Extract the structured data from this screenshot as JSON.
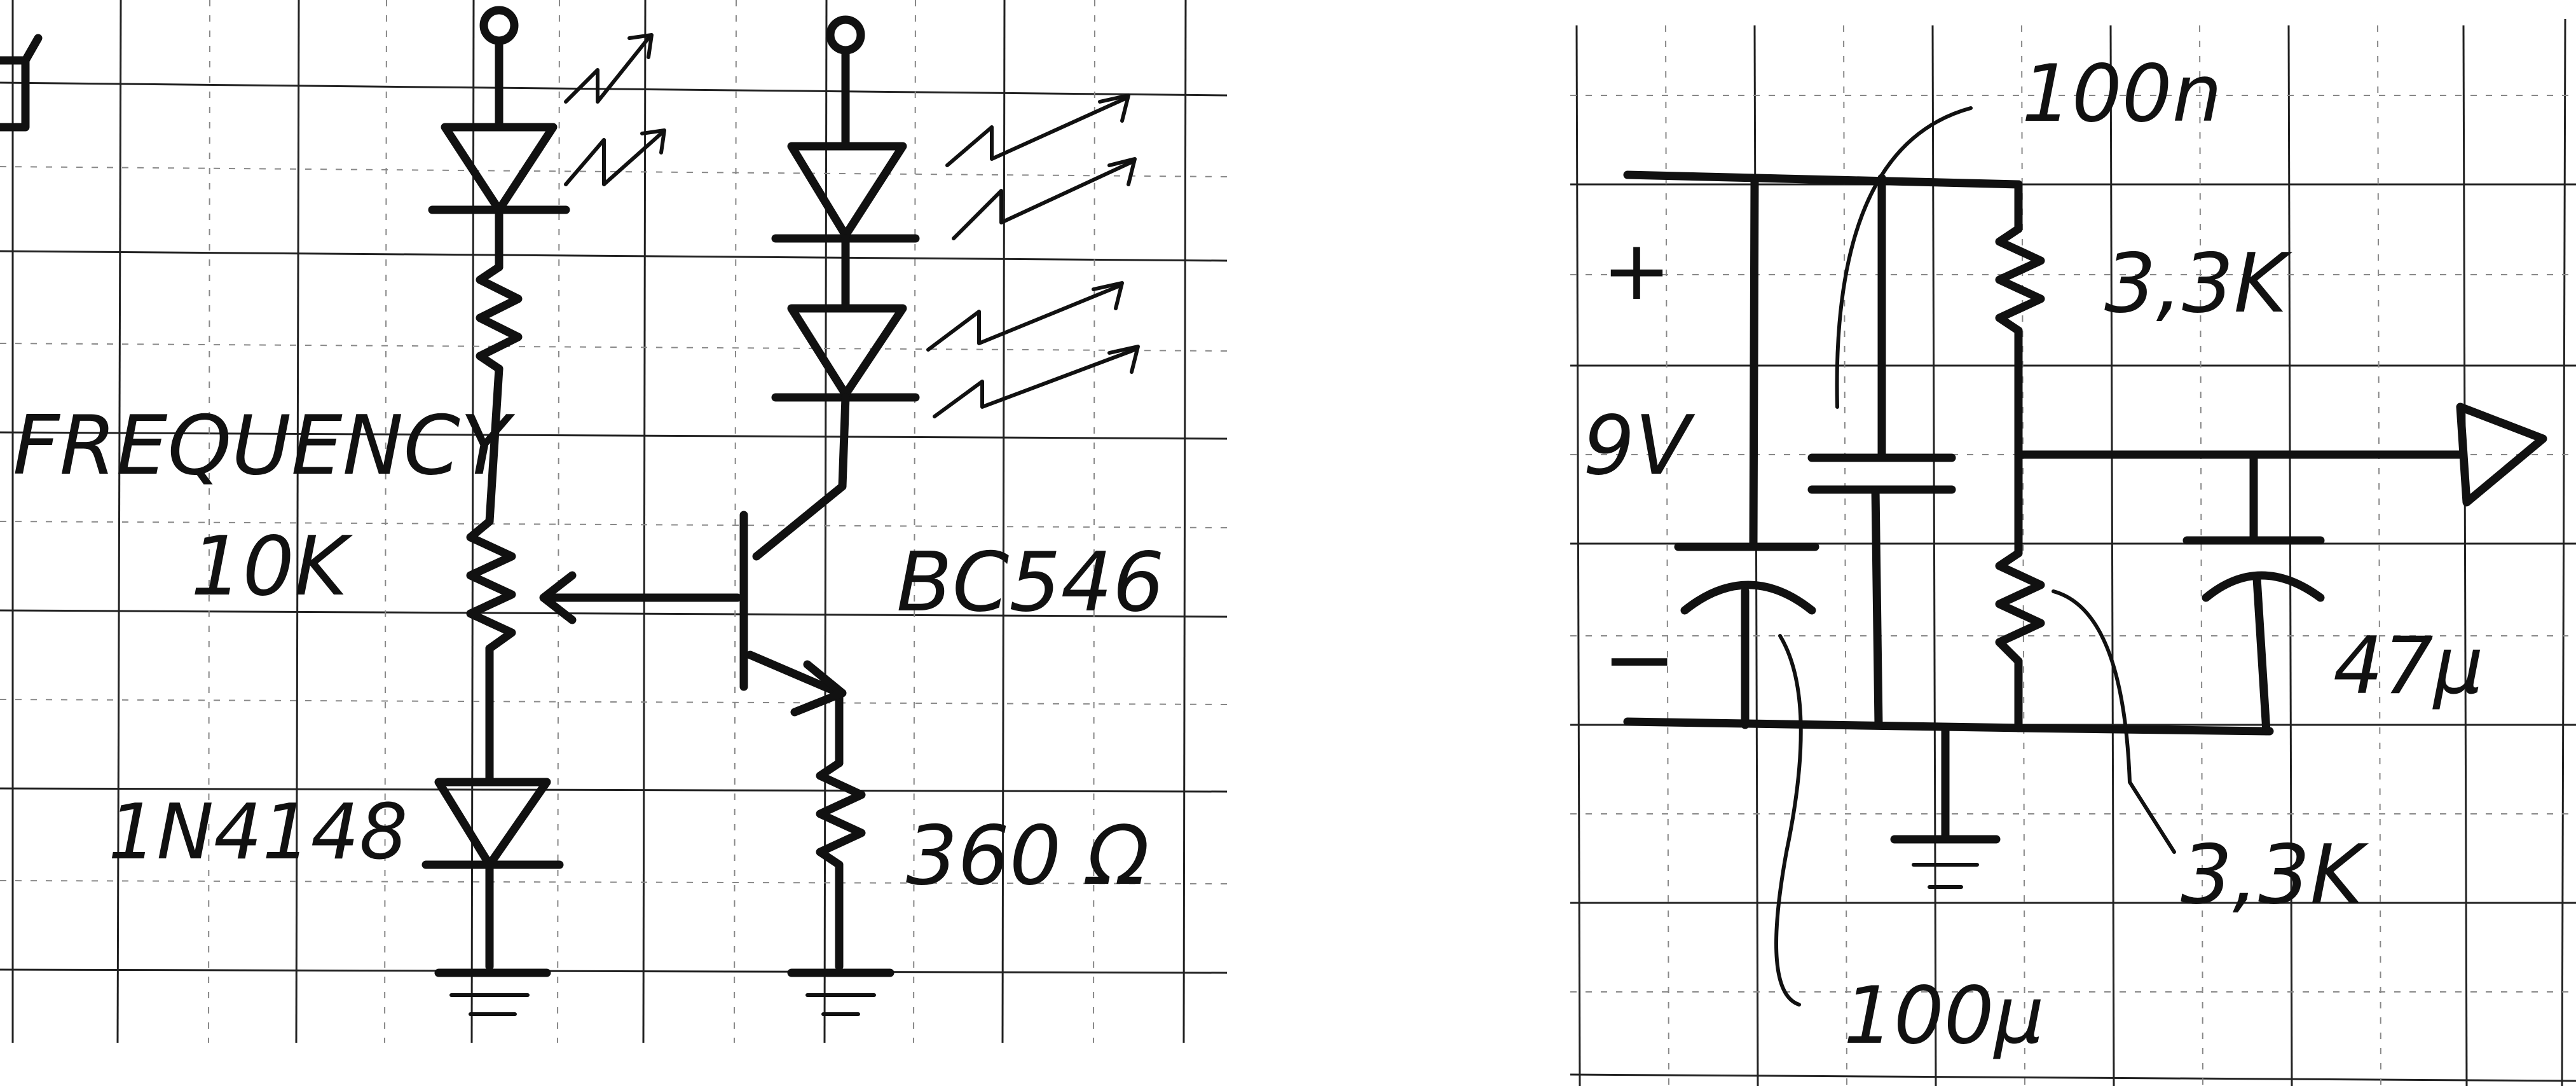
{
  "left_circuit": {
    "pot_name": "FREQUENCY",
    "pot_value": "10K",
    "diode": "1N4148",
    "transistor": "BC546",
    "emitter_resistor": "360 Ω"
  },
  "right_circuit": {
    "cap_top": "100n",
    "resistor_top": "3,3K",
    "plus": "+",
    "supply": "9V",
    "minus": "−",
    "cap_output": "47µ",
    "resistor_bottom": "3,3K",
    "cap_bottom": "100µ"
  }
}
